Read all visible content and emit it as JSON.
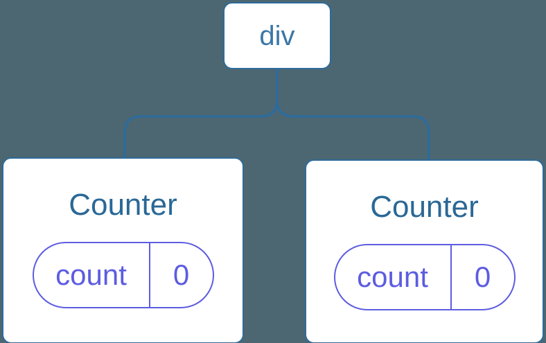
{
  "diagram": {
    "background_color": "#4c6771",
    "line_color": "#2e6b9b",
    "node_background_color": "#ffffff",
    "root_text_color": "#3b77a7",
    "component_text_color": "#2a6896",
    "state_accent_color": "#5d5ce1",
    "root": {
      "label": "div"
    },
    "children": [
      {
        "title": "Counter",
        "state": {
          "key": "count",
          "value": "0"
        }
      },
      {
        "title": "Counter",
        "state": {
          "key": "count",
          "value": "0"
        }
      }
    ]
  }
}
